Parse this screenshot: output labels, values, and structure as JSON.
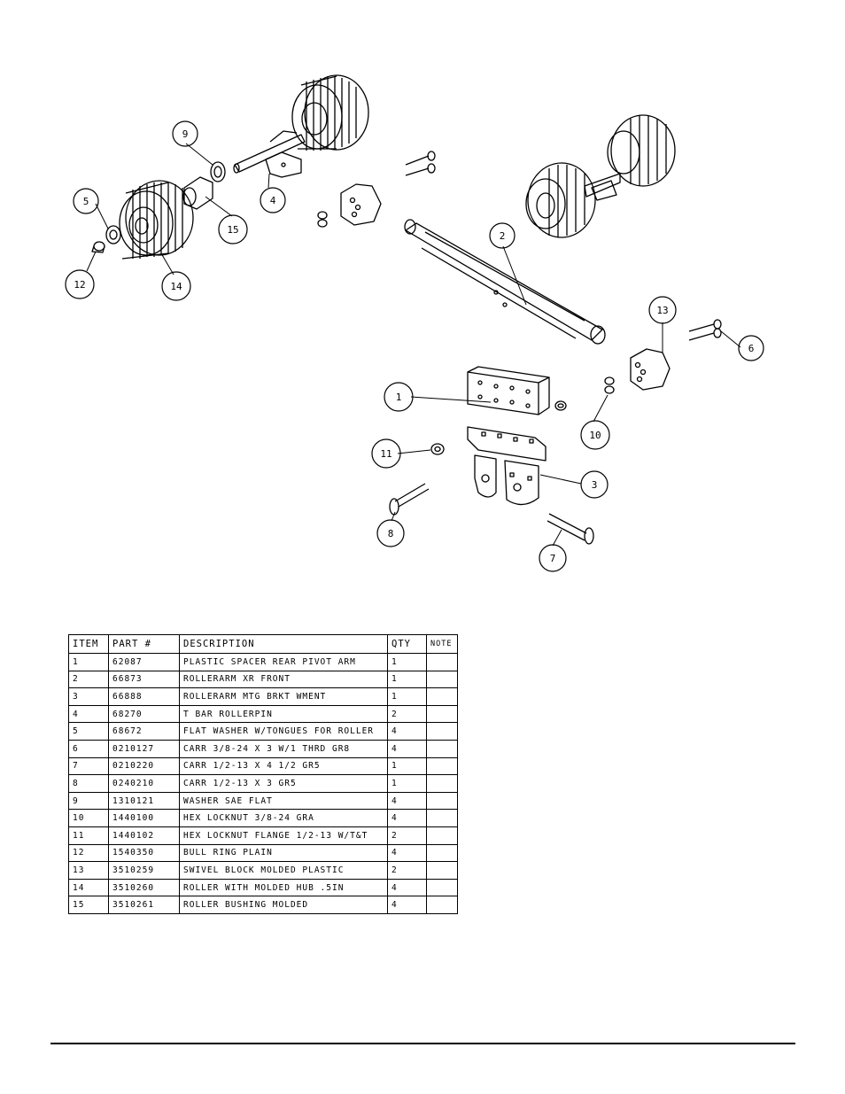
{
  "diagram": {
    "callouts": [
      "9",
      "5",
      "4",
      "15",
      "12",
      "14",
      "2",
      "13",
      "6",
      "1",
      "10",
      "11",
      "3",
      "8",
      "7"
    ]
  },
  "parts_table": {
    "headers": {
      "item": "ITEM",
      "part": "PART #",
      "description": "DESCRIPTION",
      "qty": "QTY",
      "note": "NOTE"
    },
    "rows": [
      {
        "item": "1",
        "part": "62087",
        "description": "PLASTIC SPACER REAR PIVOT ARM",
        "qty": "1",
        "note": ""
      },
      {
        "item": "2",
        "part": "66873",
        "description": "ROLLERARM XR FRONT",
        "qty": "1",
        "note": ""
      },
      {
        "item": "3",
        "part": "66888",
        "description": "ROLLERARM MTG BRKT WMENT",
        "qty": "1",
        "note": ""
      },
      {
        "item": "4",
        "part": "68270",
        "description": "T BAR ROLLERPIN",
        "qty": "2",
        "note": ""
      },
      {
        "item": "5",
        "part": "68672",
        "description": "FLAT WASHER W/TONGUES FOR ROLLER",
        "qty": "4",
        "note": ""
      },
      {
        "item": "6",
        "part": "0210127",
        "description": "CARR 3/8-24 X 3 W/1 THRD GR8",
        "qty": "4",
        "note": ""
      },
      {
        "item": "7",
        "part": "0210220",
        "description": "CARR 1/2-13 X 4 1/2 GR5",
        "qty": "1",
        "note": ""
      },
      {
        "item": "8",
        "part": "0240210",
        "description": "CARR 1/2-13 X 3 GR5",
        "qty": "1",
        "note": ""
      },
      {
        "item": "9",
        "part": "1310121",
        "description": "WASHER SAE FLAT",
        "qty": "4",
        "note": ""
      },
      {
        "item": "10",
        "part": "1440100",
        "description": "HEX LOCKNUT 3/8-24 GRA",
        "qty": "4",
        "note": ""
      },
      {
        "item": "11",
        "part": "1440102",
        "description": "HEX LOCKNUT FLANGE 1/2-13 W/T&T",
        "qty": "2",
        "note": ""
      },
      {
        "item": "12",
        "part": "1540350",
        "description": "BULL RING PLAIN",
        "qty": "4",
        "note": ""
      },
      {
        "item": "13",
        "part": "3510259",
        "description": "SWIVEL BLOCK MOLDED PLASTIC",
        "qty": "2",
        "note": ""
      },
      {
        "item": "14",
        "part": "3510260",
        "description": "ROLLER WITH MOLDED HUB .5IN",
        "qty": "4",
        "note": ""
      },
      {
        "item": "15",
        "part": "3510261",
        "description": "ROLLER BUSHING MOLDED",
        "qty": "4",
        "note": ""
      }
    ]
  }
}
